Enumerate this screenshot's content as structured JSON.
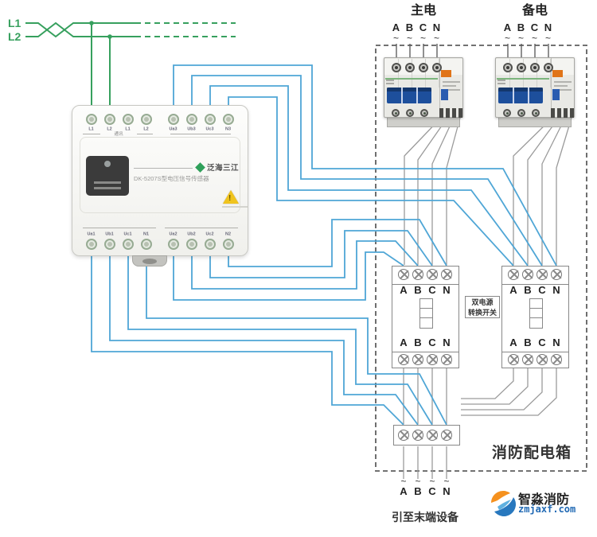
{
  "colors": {
    "wire-green": "#37a05e",
    "wire-blue": "#4fa6d6",
    "wire-gray": "#9b9b9b",
    "dash": "#5f5f5f",
    "toggle": "#1d4f9c",
    "orange": "#e07418",
    "warn": "#f0c41e",
    "brand-green": "#2fa05a",
    "logo-blue": "#2069b4",
    "logo-orange": "#f5911e"
  },
  "feed": {
    "l1": "L1",
    "l2": "L2"
  },
  "device": {
    "brand": "泛海三江",
    "model": "DK-5207S型电压信号传感器",
    "comm_label": "通讯",
    "warning_symbol": "!",
    "top_left_terminals": [
      "L1",
      "L2",
      "L1",
      "L2"
    ],
    "top_right_terminals": [
      "Ua3",
      "Ub3",
      "Uc3",
      "N3"
    ],
    "bottom_left_terminals": [
      "Ua1",
      "Ub1",
      "Uc1",
      "N1"
    ],
    "bottom_right_terminals": [
      "Ua2",
      "Ub2",
      "Uc2",
      "N2"
    ]
  },
  "panel": {
    "title": "消防配电箱",
    "main_label": "主电",
    "backup_label": "备电",
    "phases": [
      "A",
      "B",
      "C",
      "N"
    ],
    "tildes": [
      "~",
      "~",
      "~",
      "~"
    ],
    "transfer_switch_line1": "双电源",
    "transfer_switch_line2": "转换开关"
  },
  "output": {
    "label": "引至末端设备"
  },
  "watermark": {
    "name": "智淼消防",
    "site": "zmjaxf.com"
  }
}
